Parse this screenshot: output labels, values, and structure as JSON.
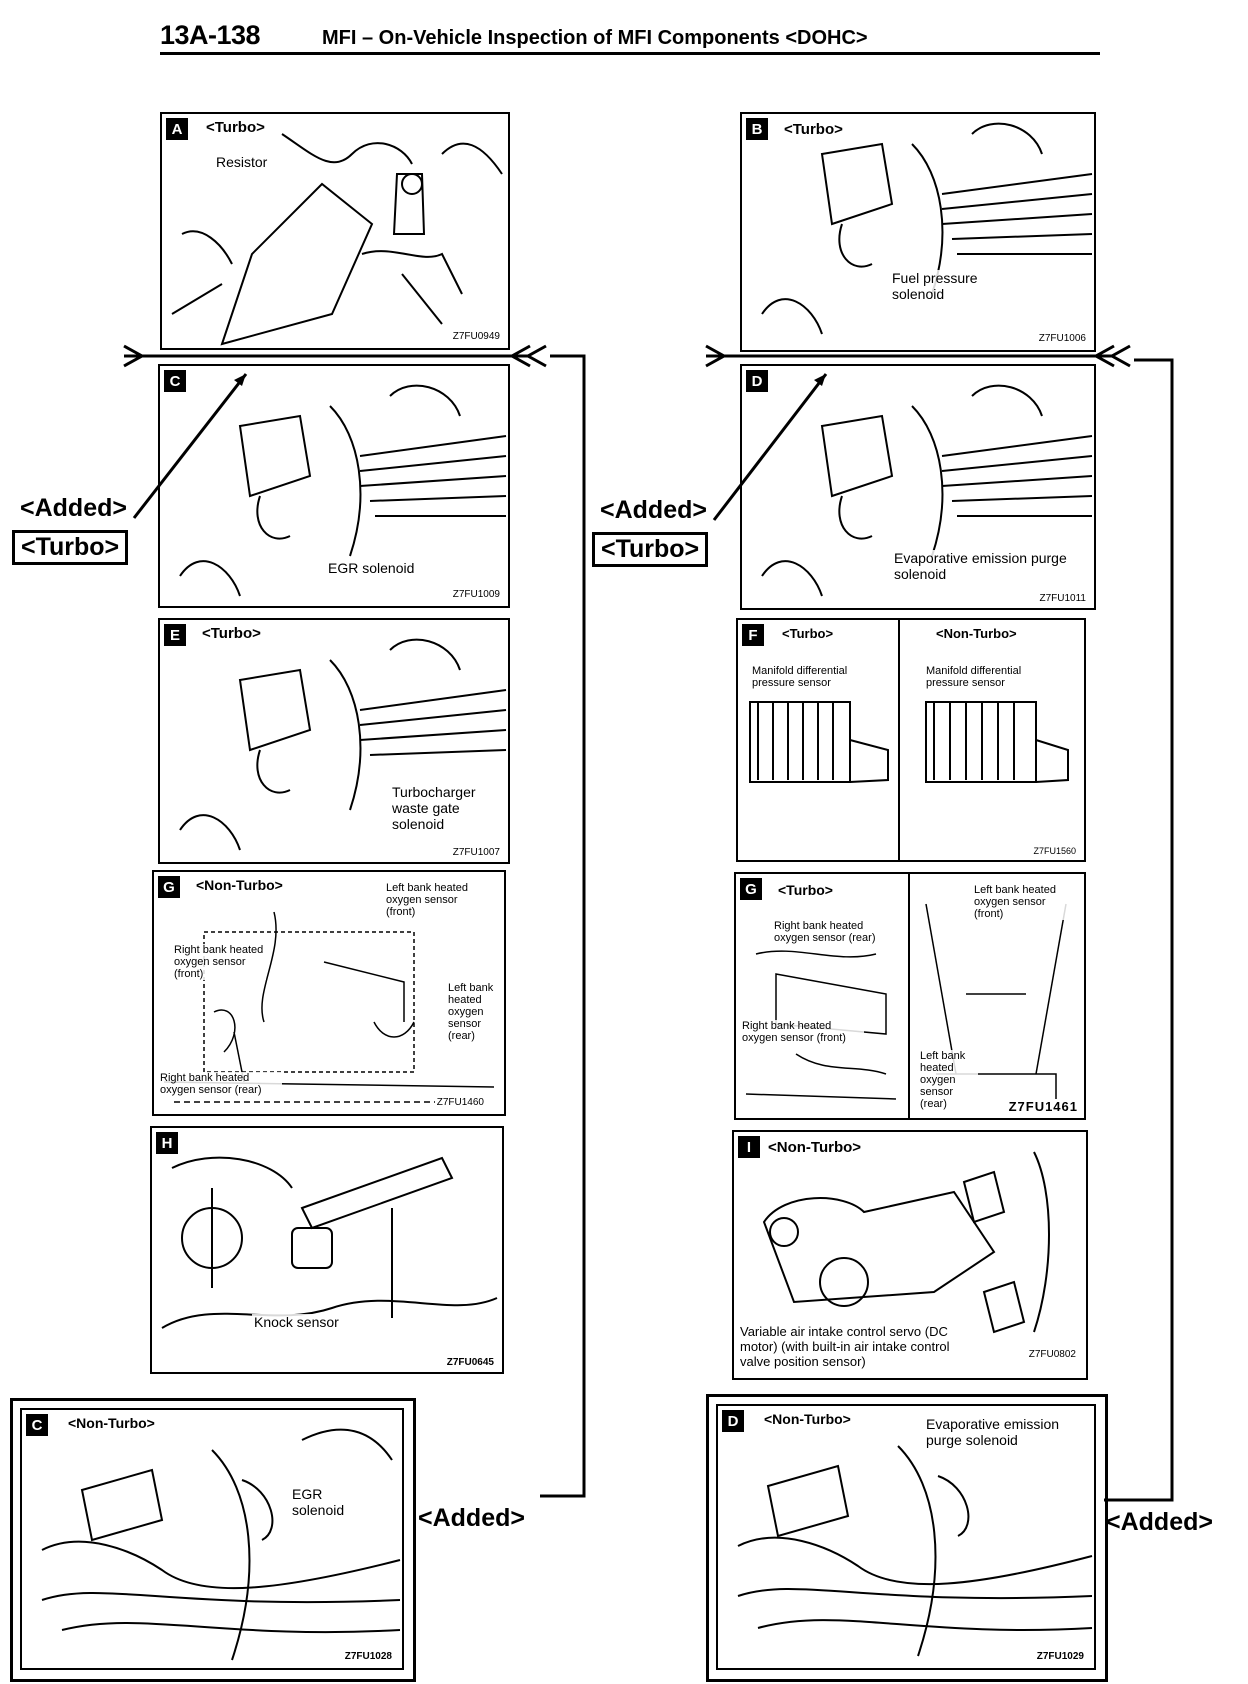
{
  "header": {
    "page_number": "13A-138",
    "title": "MFI – On-Vehicle Inspection of MFI Components <DOHC>"
  },
  "notes": {
    "added": "<Added>",
    "turbo": "<Turbo>"
  },
  "panels": {
    "a": {
      "letter": "A",
      "tag": "<Turbo>",
      "label": "Resistor",
      "code": "Z7FU0949"
    },
    "b": {
      "letter": "B",
      "tag": "<Turbo>",
      "label": "Fuel pressure solenoid",
      "code": "Z7FU1006"
    },
    "c_turbo": {
      "letter": "C",
      "label": "EGR solenoid",
      "code": "Z7FU1009"
    },
    "d_turbo": {
      "letter": "D",
      "label": "Evaporative emission purge solenoid",
      "code": "Z7FU1011"
    },
    "e": {
      "letter": "E",
      "tag": "<Turbo>",
      "label": "Turbocharger waste gate solenoid",
      "code": "Z7FU1007"
    },
    "f": {
      "letter": "F",
      "tag_left": "<Turbo>",
      "label_left": "Manifold differential pressure sensor",
      "tag_right": "<Non-Turbo>",
      "label_right": "Manifold differential pressure sensor",
      "code": "Z7FU1560"
    },
    "g_nonturbo": {
      "letter": "G",
      "tag": "<Non-Turbo>",
      "labels": [
        "Left bank heated oxygen sensor (front)",
        "Right bank heated oxygen sensor (front)",
        "Left bank heated oxygen sensor (rear)",
        "Right bank heated oxygen sensor (rear)"
      ],
      "code": "Z7FU1460"
    },
    "g_turbo": {
      "letter": "G",
      "tag": "<Turbo>",
      "labels": [
        "Right bank heated oxygen sensor (rear)",
        "Right bank heated oxygen sensor (front)",
        "Left bank heated oxygen sensor (front)",
        "Left bank heated oxygen sensor (rear)"
      ],
      "code": "Z7FU1461"
    },
    "h": {
      "letter": "H",
      "label": "Knock sensor",
      "code": "Z7FU0645"
    },
    "i": {
      "letter": "I",
      "tag": "<Non-Turbo>",
      "label": "Variable air intake control servo (DC motor) (with built-in air intake control valve position sensor)",
      "code": "Z7FU0802"
    },
    "c_nonturbo": {
      "letter": "C",
      "tag": "<Non-Turbo>",
      "label": "EGR solenoid",
      "code": "Z7FU1028"
    },
    "d_nonturbo": {
      "letter": "D",
      "tag": "<Non-Turbo>",
      "label": "Evaporative emission purge solenoid",
      "code": "Z7FU1029"
    }
  }
}
